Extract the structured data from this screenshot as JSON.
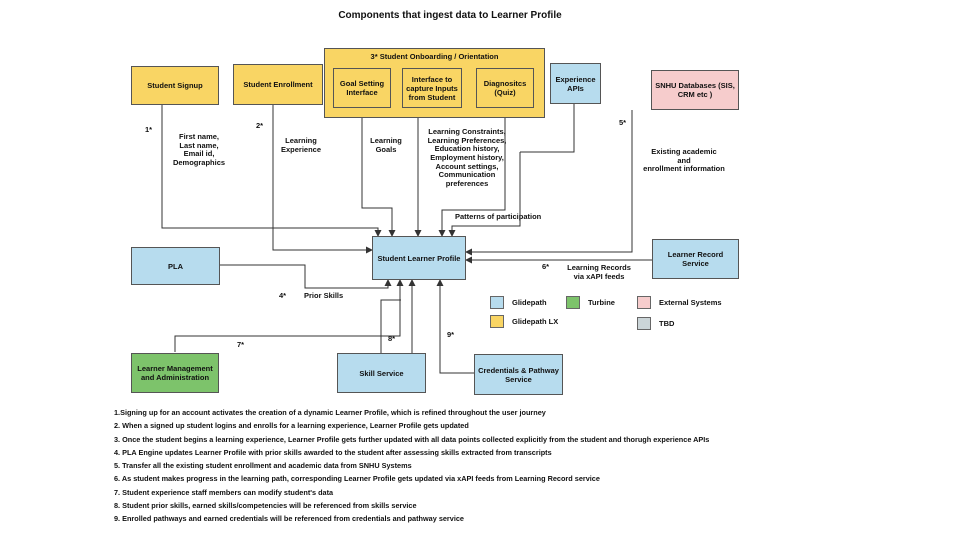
{
  "title": "Components that ingest data to Learner Profile",
  "boxes": {
    "student_signup": "Student Signup",
    "student_enrollment": "Student Enrollment",
    "onboarding_group": "3* Student Onboarding / Orientation",
    "goal_setting": "Goal Setting Interface",
    "interface_capture": "Interface to capture Inputs from Student",
    "diagnostics": "Diagnositcs (Quiz)",
    "experience_apis": "Experience APIs",
    "snhu_databases": "SNHU Databases (SIS, CRM etc )",
    "pla": "PLA",
    "learner_profile": "Student Learner Profile",
    "learner_record_service": "Learner Record Service",
    "learner_management": "Learner Management and Administration",
    "skill_service": "Skill Service",
    "credentials_service": "Credentials & Pathway Service"
  },
  "edge_labels": {
    "n1": "1*",
    "signup_data": "First name,\nLast name,\nEmail id,\nDemographics",
    "n2": "2*",
    "learning_experience": "Learning\nExperience",
    "learning_goals": "Learning\nGoals",
    "constraints": "Learning Constraints,\nLearning Preferences,\nEducation history,\nEmployment history,\nAccount settings,\nCommunication\npreferences",
    "patterns": "Patterns of participation",
    "n5": "5*",
    "existing_academic": "Existing academic\nand\nenrollment information",
    "n6": "6*",
    "learning_records": "Learning Records\nvia xAPI feeds",
    "n4": "4*",
    "prior_skills": "Prior Skills",
    "n7": "7*",
    "n8": "8*",
    "n9": "9*"
  },
  "legend": {
    "glidepath": "Glidepath",
    "turbine": "Turbine",
    "external": "External Systems",
    "glidepath_lx": "Glidepath LX",
    "tbd": "TBD"
  },
  "colors": {
    "glidepath": "#b7dcee",
    "glidepath_lx": "#f9d564",
    "turbine": "#7dc36b",
    "external": "#f6cccc",
    "tbd": "#cbd5d8"
  },
  "notes": [
    "1.Signing up for an account activates the creation of a dynamic Learner Profile, which is refined throughout the user journey",
    "2. When a signed up student logins and enrolls for a learning experience, Learner Profile gets updated",
    "3. Once the student begins a learning experience, Learner Profile gets further updated with all data points collected explicitly from the student and thorugh experience APIs",
    "4. PLA Engine updates Learner Profile with prior skills awarded to the student after assessing skills extracted from transcripts",
    "5. Transfer all the existing student enrollment and academic data from SNHU Systems",
    "6. As student makes progress in the learning path, corresponding Learner Profile gets updated via xAPI feeds from Learning Record service",
    "7. Student experience staff members can modify student's data",
    "8. Student prior skills, earned skills/competencies will be referenced from skills service",
    "9. Enrolled pathways and earned credentials will be referenced from credentials and pathway service"
  ]
}
